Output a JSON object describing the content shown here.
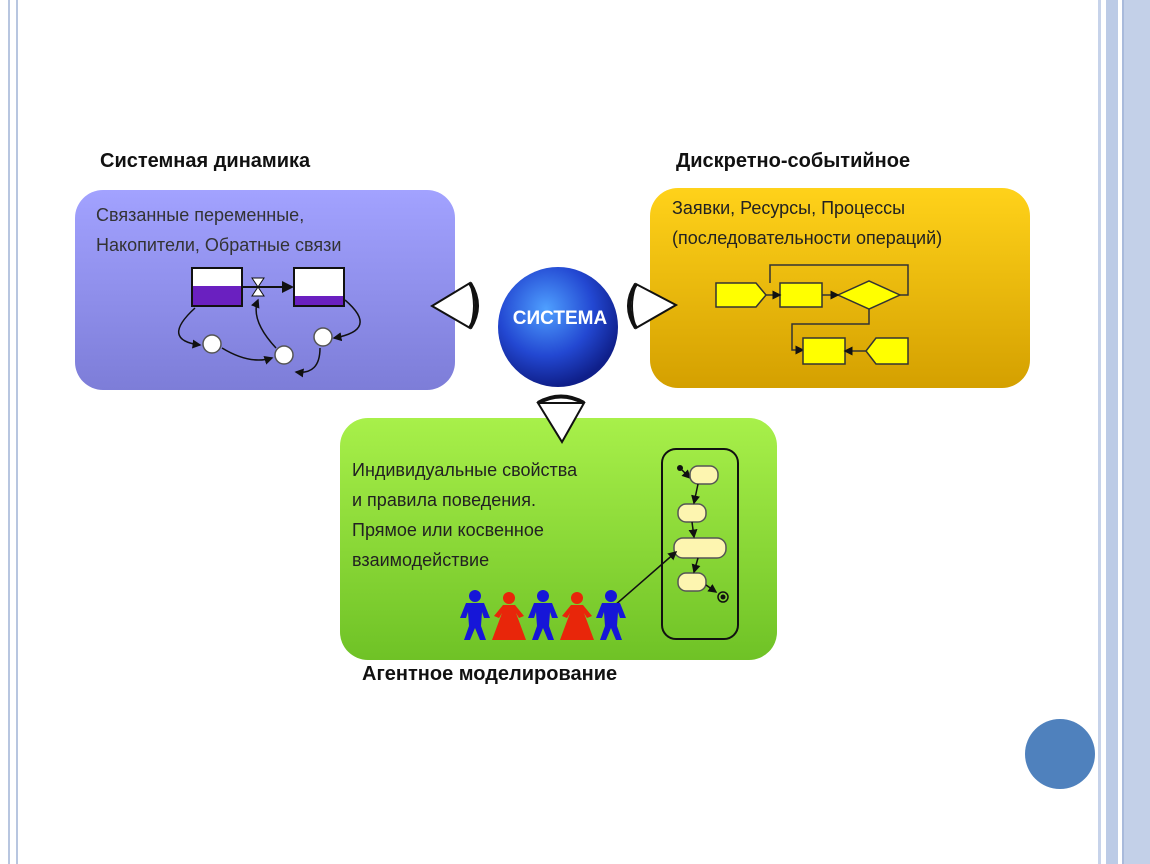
{
  "sd": {
    "title": "Системная динамика",
    "text": "Связанные переменные,\nНакопители, Обратные связи"
  },
  "de": {
    "title": "Дискретно-событийное",
    "text": "Заявки, Ресурсы, Процессы\n(последовательности операций)"
  },
  "ab": {
    "title": "Агентное моделирование",
    "text": "Индивидуальные свойства\nи правила поведения.\nПрямое или косвенное\nвзаимодействие"
  },
  "center": {
    "label": "СИСТЕМА"
  },
  "colors": {
    "sd_box": "#8f8ff0",
    "de_box": "#f2b300",
    "ab_box": "#8fdc3a",
    "center": "#2b4fd6",
    "slide_dot": "#4f81bd"
  }
}
